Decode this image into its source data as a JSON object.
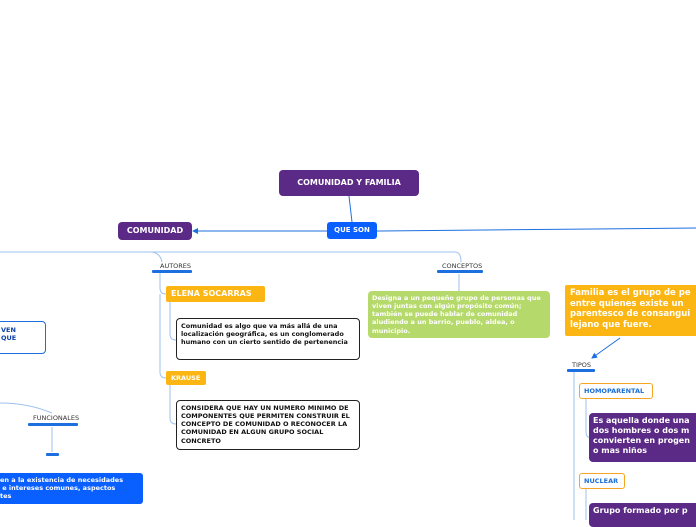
{
  "map": {
    "root": "COMUNIDAD Y FAMILIA",
    "que_son": "QUE SON",
    "comunidad": "COMUNIDAD",
    "autores": "AUTORES",
    "conceptos": "CONCEPTOS",
    "elena": "ELENA SOCARRAS",
    "elena_text": "Comunidad es algo que va más allá de una localización geográfica, es un conglomerado humano con un cierto sentido de pertenencia",
    "krause": "KRAUSE",
    "krause_text": "CONSIDERA QUE HAY UN NUMERO MINIMO DE COMPONENTES QUE PERMITEN CONSTRUIR EL CONCEPTO DE COMUNIDAD O RECONOCER LA COMUNIDAD EN ALGUN GRUPO SOCIAL CONCRETO",
    "concepto_text": "Designa a un pequeño grupo de personas que viven juntas con algún propósito común; también se puede hablar de comunidad aludiendo a un barrio, pueblo, aldea, o municipio.",
    "left_partial_1": "VEN\nQUE",
    "funcionales": "FUNCIONALES",
    "left_partial_2": "en a la existencia de necesidades\n e intereses comunes, aspectos\ntes",
    "familia_text": "Familia es el grupo de pe\nentre quienes existe un\nparentesco de consangui\nlejano que fuere.",
    "tipos": "TIPOS",
    "homoparental": "HOMOPARENTAL",
    "homo_text": "Es aquella donde una\ndos hombres o dos m\nconvierten en progen\no mas niños",
    "nuclear": "NUCLEAR",
    "nuclear_text": "Grupo formado por p"
  },
  "colors": {
    "purple": "#5b2a86",
    "blue": "#0a5fff",
    "orange": "#fbb614",
    "green": "#b5d96a",
    "link": "#1d6fe0",
    "link_light": "#9ec2f0"
  }
}
